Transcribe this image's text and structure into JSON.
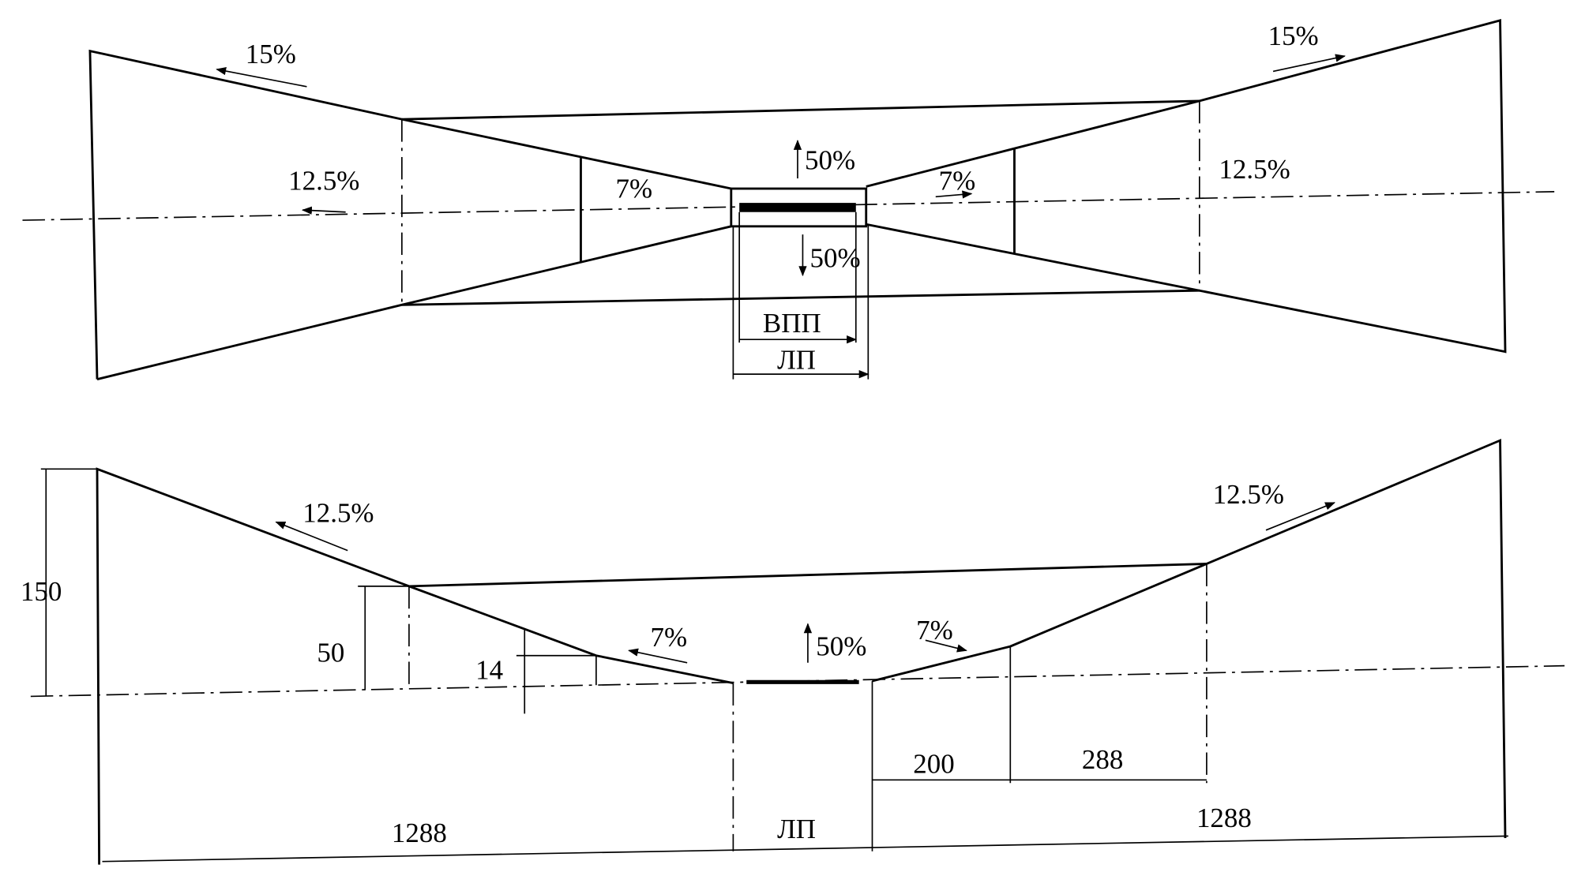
{
  "plan_view": {
    "labels": {
      "slope_left_outer": "15%",
      "slope_left_mid": "12.5%",
      "slope_left_inner": "7%",
      "slope_up": "50%",
      "slope_down": "50%",
      "slope_right_inner": "7%",
      "slope_right_mid": "12.5%",
      "slope_right_outer": "15%",
      "runway": "ВПП",
      "strip": "ЛП"
    }
  },
  "profile_view": {
    "labels": {
      "slope_left_outer": "12.5%",
      "slope_left_inner": "7%",
      "slope_center": "50%",
      "slope_right_inner": "7%",
      "slope_right_outer": "12.5%",
      "height_150": "150",
      "height_50": "50",
      "height_14": "14",
      "dist_200": "200",
      "dist_288": "288",
      "dist_left_1288": "1288",
      "dist_right_1288": "1288",
      "strip": "ЛП"
    }
  },
  "colors": {
    "line": "#000000",
    "background": "#ffffff"
  }
}
